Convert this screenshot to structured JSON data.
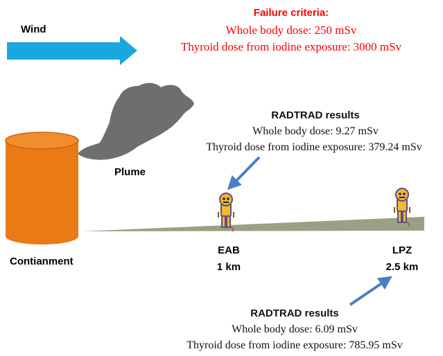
{
  "wind": {
    "label": "Wind",
    "arrow_color": "#1aa7e0"
  },
  "failure_criteria": {
    "title": "Failure criteria:",
    "line1": "Whole body dose: 250 mSv",
    "line2": "Thyroid dose from iodine exposure: 3000 mSv",
    "color": "#ff0000"
  },
  "plume": {
    "label": "Plume",
    "color": "#6e6e6e"
  },
  "containment": {
    "label": "Contianment",
    "color": "#e97a14"
  },
  "ground": {
    "color": "#9aa083"
  },
  "eab": {
    "name": "EAB",
    "distance": "1 km",
    "results": {
      "title": "RADTRAD results",
      "line1": "Whole body dose: 9.27 mSv",
      "line2": "Thyroid dose from iodine exposure: 379.24 mSv"
    }
  },
  "lpz": {
    "name": "LPZ",
    "distance": "2.5 km",
    "results": {
      "title": "RADTRAD results",
      "line1": "Whole body dose: 6.09 mSv",
      "line2": "Thyroid dose from iodine exposure: 785.95 mSv"
    }
  },
  "pointer_arrow_color": "#4a7fc4"
}
